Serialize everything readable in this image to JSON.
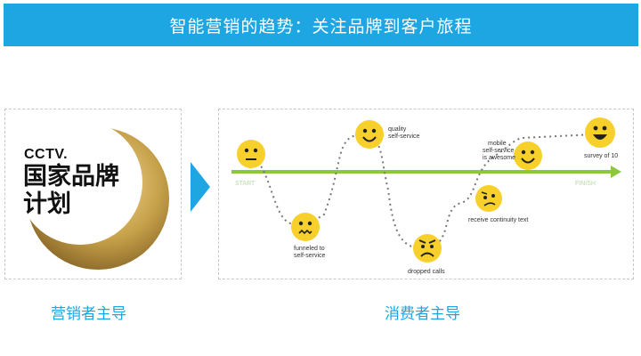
{
  "header": {
    "title": "智能营销的趋势：关注品牌到客户旅程"
  },
  "left_panel": {
    "logo_brand": "CCTV.",
    "logo_line1": "国家品牌",
    "logo_line2": "计划",
    "caption": "营销者主导"
  },
  "right_panel": {
    "caption": "消费者主导",
    "diagram": {
      "start_label": "START",
      "finish_label": "FINISH",
      "steps": [
        {
          "mood": "neutral",
          "label": ""
        },
        {
          "mood": "worried",
          "label_lines": [
            "funneled to",
            "self-service"
          ]
        },
        {
          "mood": "happy",
          "label_lines": [
            "quality",
            "self-service"
          ]
        },
        {
          "mood": "angry",
          "label_lines": [
            "dropped calls"
          ]
        },
        {
          "mood": "confused",
          "label_lines": [
            "receive continuity text"
          ]
        },
        {
          "mood": "happy",
          "label_lines": [
            "mobile",
            "self-service",
            "is awesome"
          ]
        },
        {
          "mood": "delighted",
          "label_lines": [
            "survey of 10"
          ]
        }
      ]
    }
  },
  "colors": {
    "accent": "#1ea6e2",
    "timeline_green": "#8dc63f",
    "emoji_yellow": "#f7d02c",
    "logo_gold": "#c7a14a"
  },
  "icons": [
    "arrow-right-icon",
    "emoji-neutral-icon",
    "emoji-worried-icon",
    "emoji-happy-icon",
    "emoji-angry-icon",
    "emoji-confused-icon",
    "emoji-delighted-icon",
    "crescent-moon-icon"
  ]
}
